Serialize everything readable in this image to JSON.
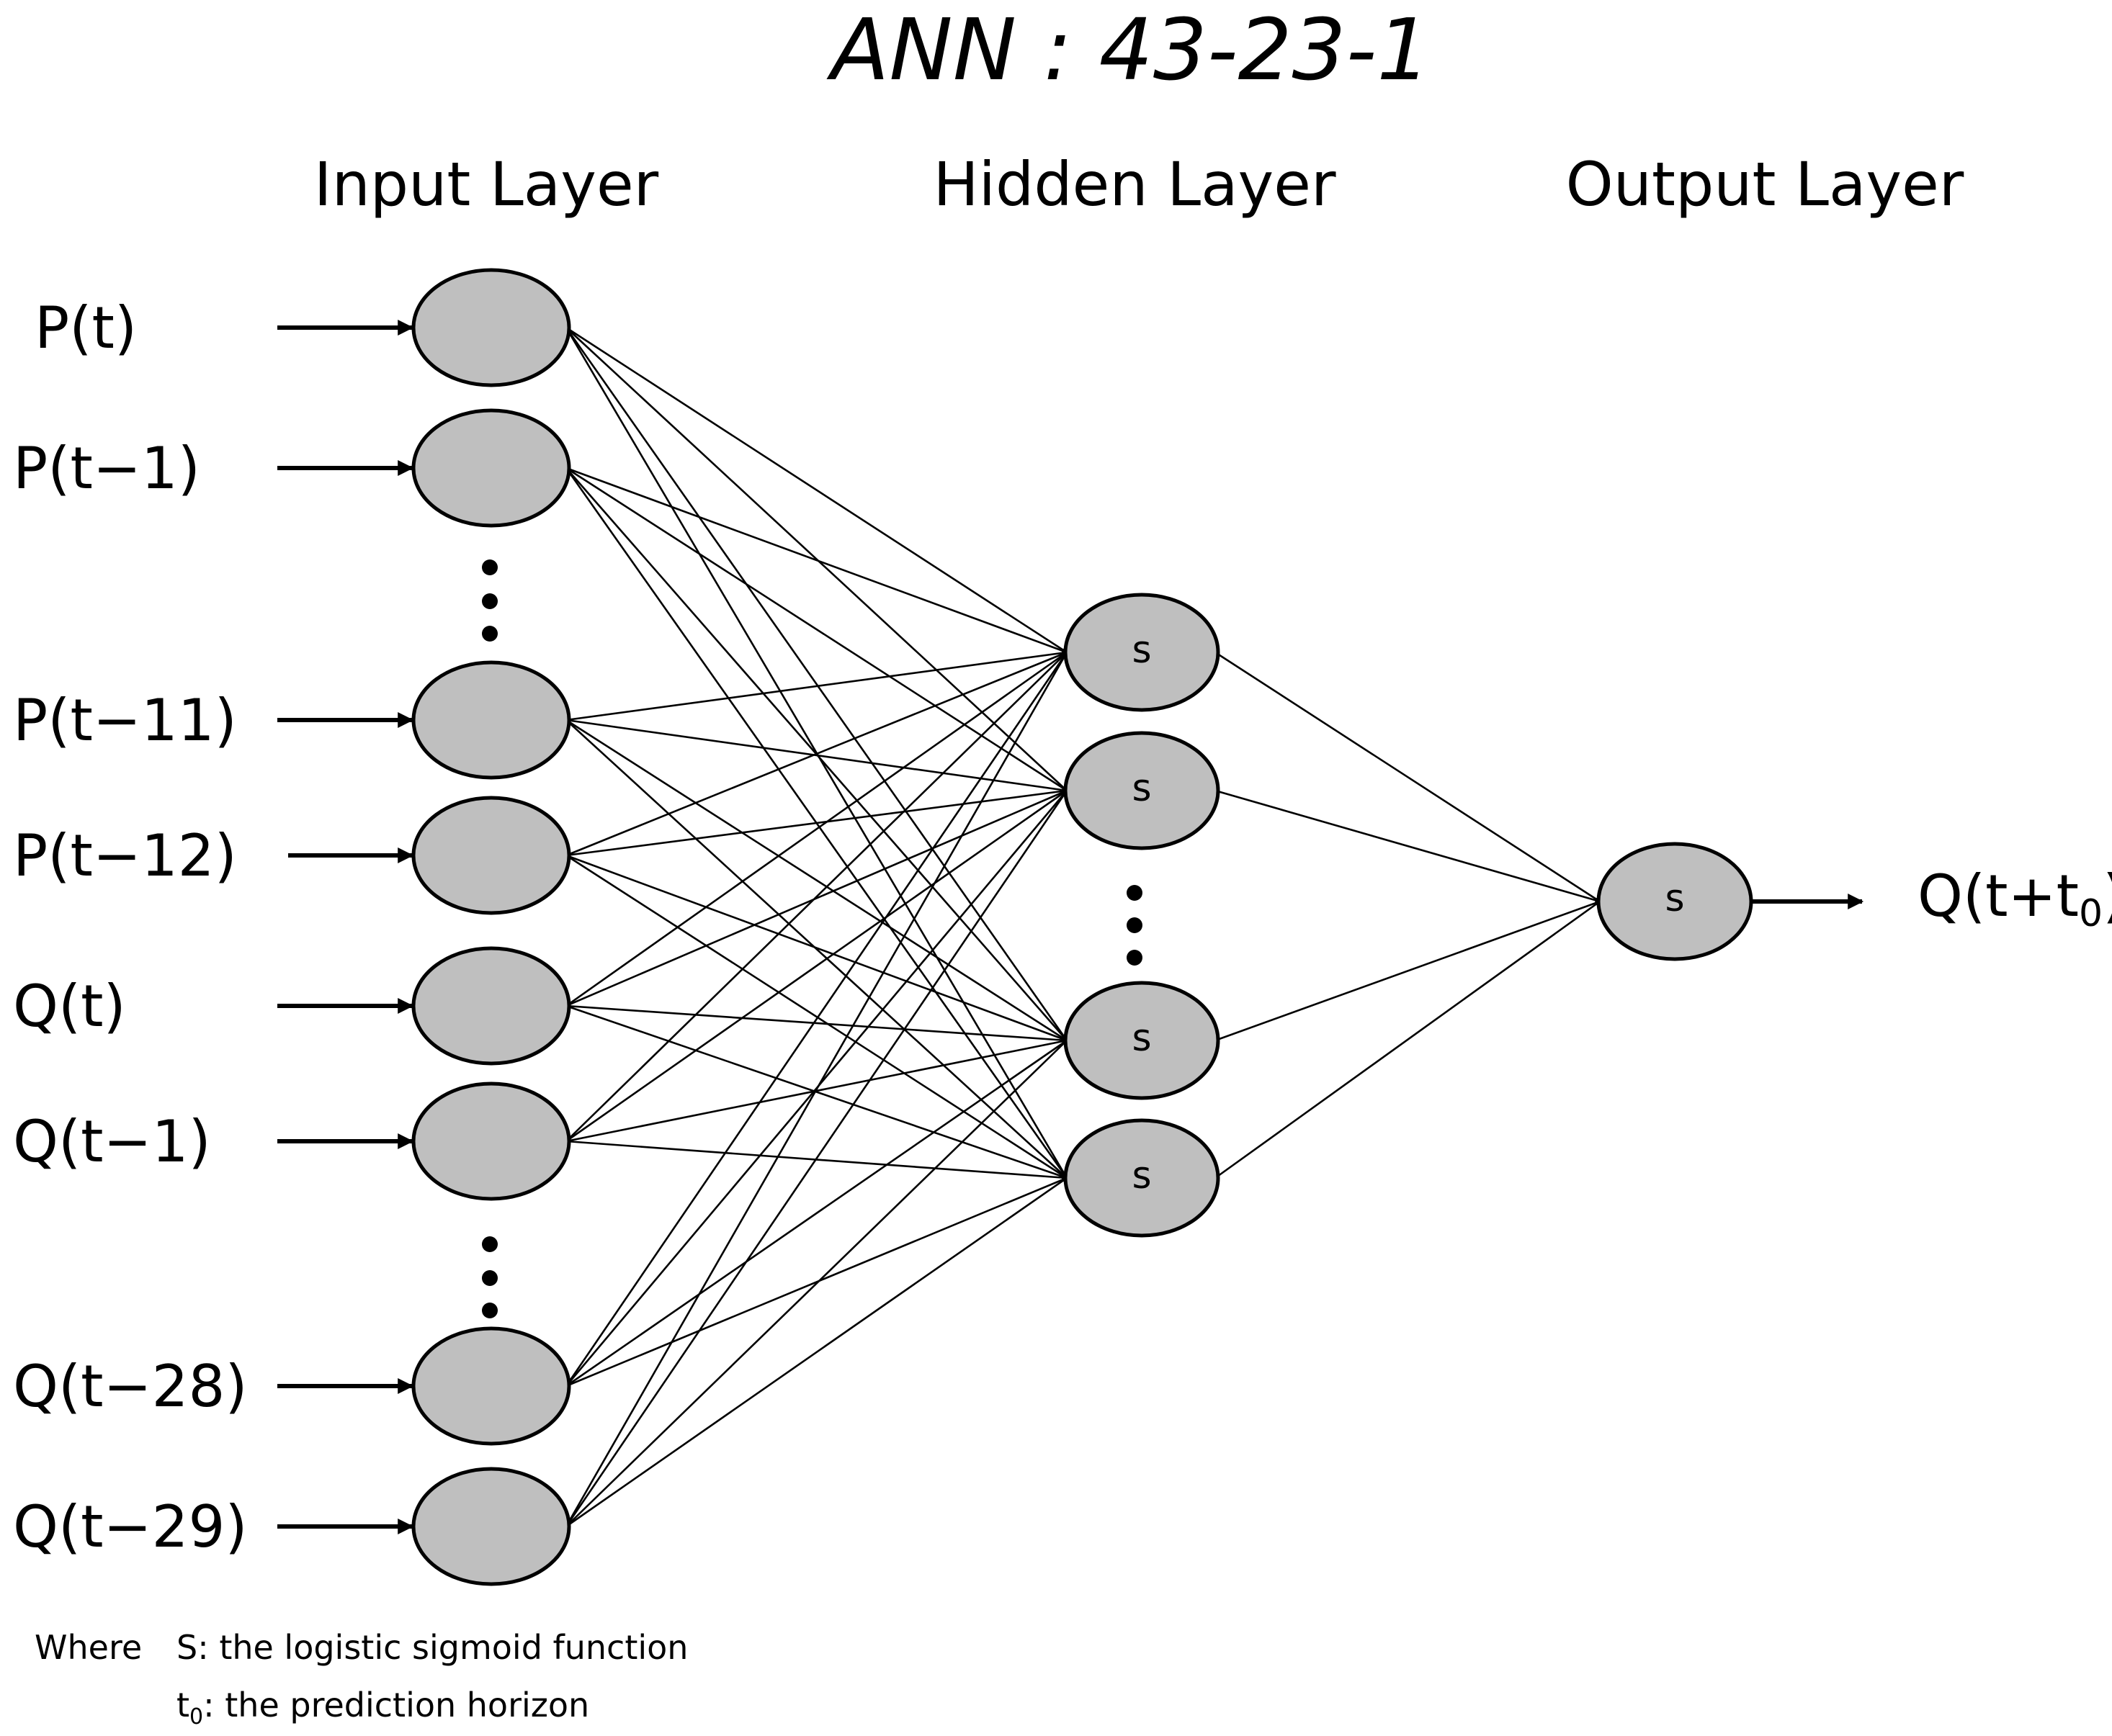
{
  "title": "ANN : 43-23-1",
  "layers": {
    "input": "Input Layer",
    "hidden": "Hidden Layer",
    "output": "Output Layer"
  },
  "input_nodes": [
    {
      "label": "P(t)"
    },
    {
      "label": "P(t−1)"
    },
    {
      "label": "P(t−11)"
    },
    {
      "label": "P(t−12)"
    },
    {
      "label": "Q(t)"
    },
    {
      "label": "Q(t−1)"
    },
    {
      "label": "Q(t−28)"
    },
    {
      "label": "Q(t−29)"
    }
  ],
  "hidden_nodes": [
    {
      "label": "s"
    },
    {
      "label": "s"
    },
    {
      "label": "s"
    },
    {
      "label": "s"
    }
  ],
  "output_node": {
    "label": "s",
    "output_label": "Q(t+t",
    "output_subscript": "0",
    "output_suffix": ")"
  },
  "legend": {
    "where": "Where",
    "s_def": "S: the logistic sigmoid function",
    "t0_prefix": "t",
    "t0_sub": "0",
    "t0_def": ": the prediction horizon"
  },
  "colors": {
    "node_fill": "#bfbfbf",
    "stroke": "#000000"
  }
}
